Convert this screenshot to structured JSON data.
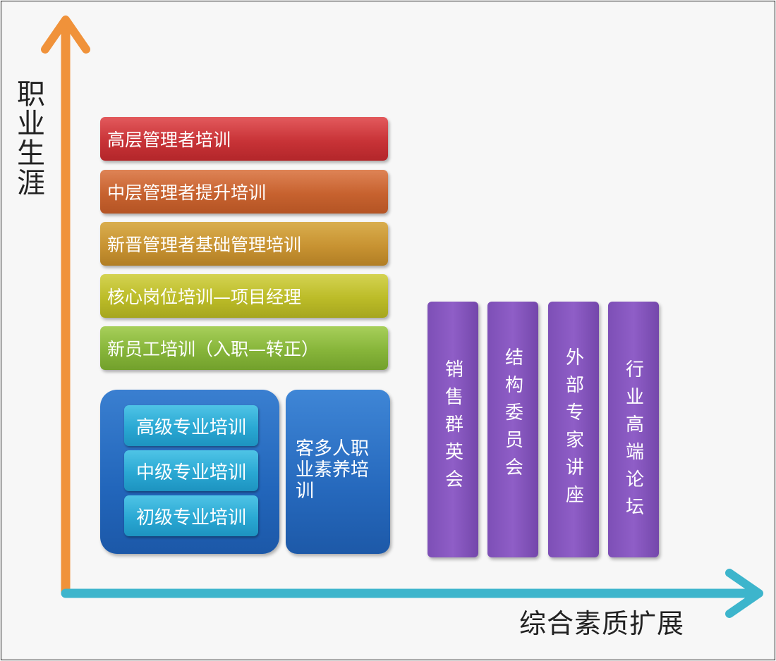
{
  "axes": {
    "y_label": "职业生涯",
    "x_label": "综合素质扩展",
    "y_color": "#f0923a",
    "x_color": "#3db5cc"
  },
  "management_track": [
    {
      "label": "高层管理者培训",
      "color": "#c83337"
    },
    {
      "label": "中层管理者提升培训",
      "color": "#c7622f"
    },
    {
      "label": "新晋管理者基础管理培训",
      "color": "#c89332"
    },
    {
      "label": "核心岗位培训—项目经理",
      "color": "#bcbc28"
    },
    {
      "label": "新员工培训（入职—转正）",
      "color": "#87b53a"
    }
  ],
  "professional_track": {
    "container_color": "#2266bb",
    "items": [
      {
        "label": "高级专业培训"
      },
      {
        "label": "中级专业培训"
      },
      {
        "label": "初级专业培训"
      }
    ]
  },
  "culture_block": {
    "label": "客多人职业素养培训",
    "color": "#2669bd"
  },
  "extension_columns": [
    {
      "label": "销售群英会"
    },
    {
      "label": "结构委员会"
    },
    {
      "label": "外部专家讲座"
    },
    {
      "label": "行业高端论坛"
    }
  ],
  "extension_color": "#8a5bc2"
}
